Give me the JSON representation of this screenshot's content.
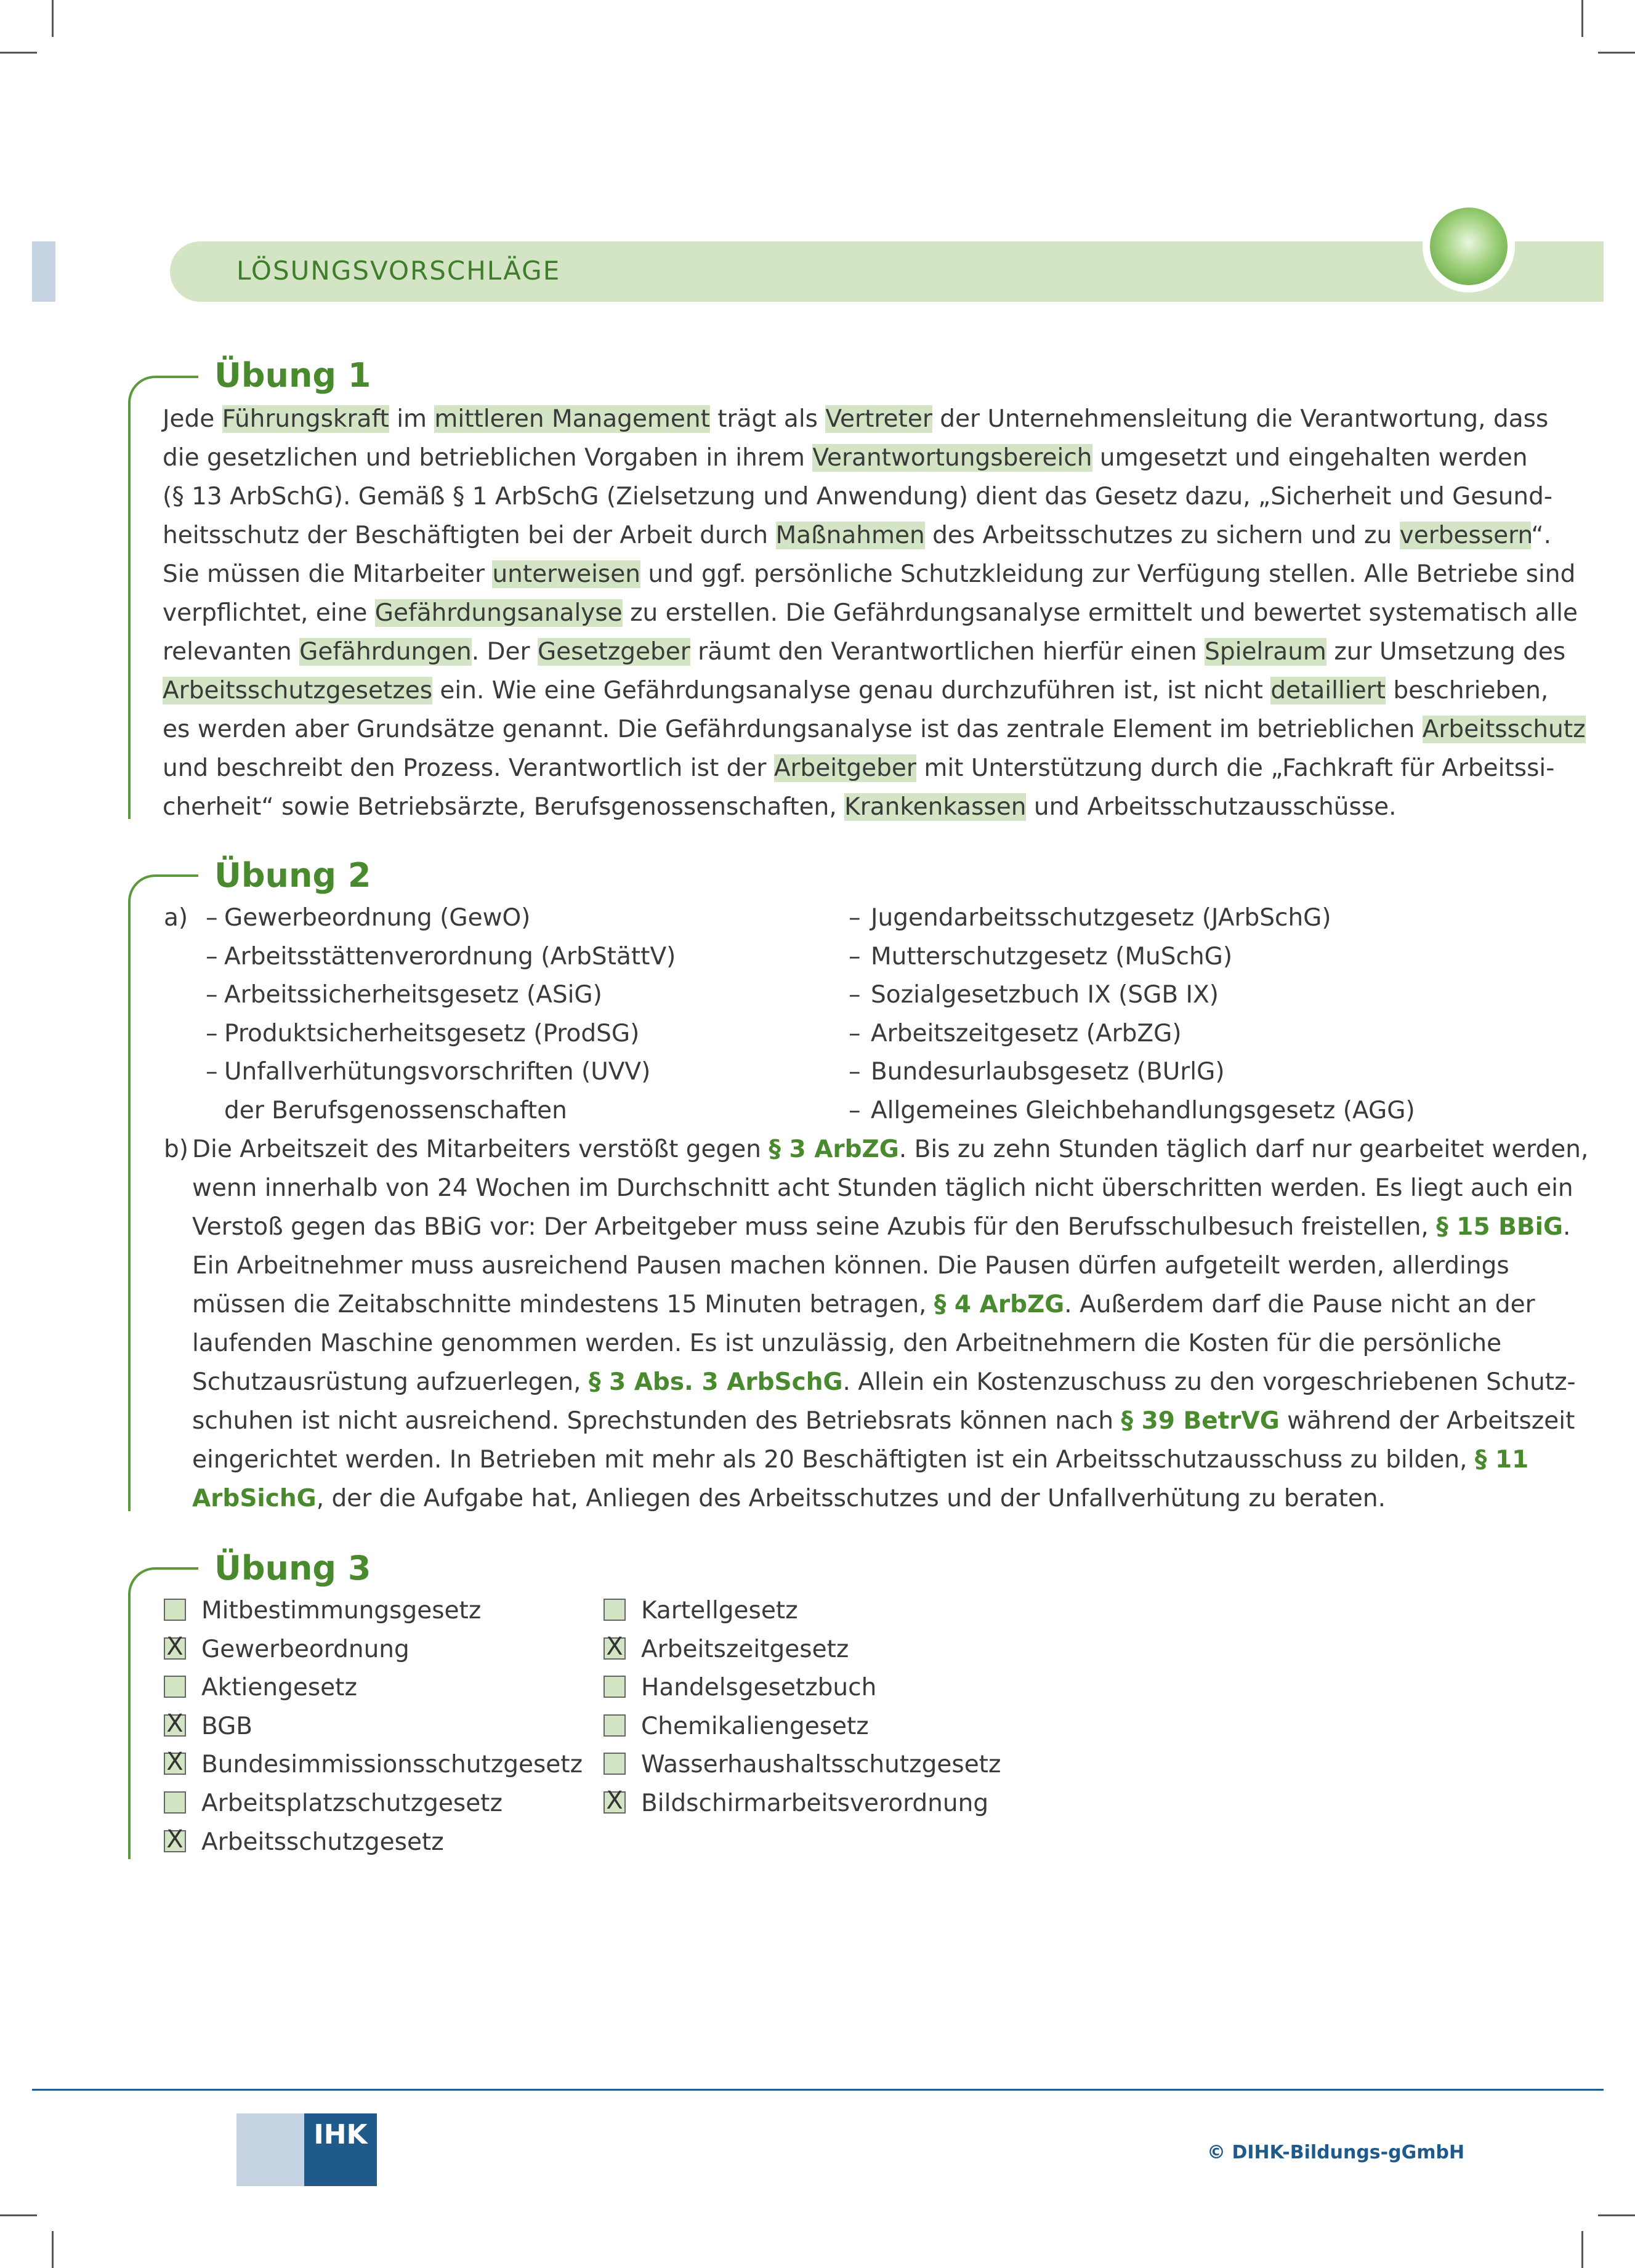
{
  "header": {
    "title": "LÖSUNGSVORSCHLÄGE"
  },
  "uebung1": {
    "title": "Übung 1",
    "lines": [
      [
        [
          "Jede ",
          false
        ],
        [
          "Führungskraft",
          true
        ],
        [
          " im ",
          false
        ],
        [
          "mittleren Management",
          true
        ],
        [
          " trägt als ",
          false
        ],
        [
          "Vertreter",
          true
        ],
        [
          " der Unternehmensleitung die Verantwortung, dass",
          false
        ]
      ],
      [
        [
          "die gesetzlichen und betrieblichen Vorgaben in ihrem ",
          false
        ],
        [
          "Verantwortungsbereich",
          true
        ],
        [
          " umgesetzt und eingehalten werden",
          false
        ]
      ],
      [
        [
          "(§ 13 ArbSchG). Gemäß § 1 ArbSchG (Zielsetzung und Anwendung) dient das Gesetz dazu, „Sicherheit und Gesund-",
          false
        ]
      ],
      [
        [
          "heitsschutz der Beschäftigten bei der Arbeit durch ",
          false
        ],
        [
          "Maßnahmen",
          true
        ],
        [
          " des Arbeitsschutzes zu sichern und zu ",
          false
        ],
        [
          "verbessern",
          true
        ],
        [
          "“.",
          false
        ]
      ],
      [
        [
          "Sie müssen die Mitarbeiter ",
          false
        ],
        [
          "unterweisen",
          true
        ],
        [
          " und ggf. persönliche Schutzkleidung zur Verfügung stellen. Alle Betriebe sind",
          false
        ]
      ],
      [
        [
          "verpflichtet, eine ",
          false
        ],
        [
          "Gefährdungsanalyse",
          true
        ],
        [
          " zu erstellen. Die Gefährdungsanalyse ermittelt und bewertet systematisch alle",
          false
        ]
      ],
      [
        [
          "relevanten ",
          false
        ],
        [
          "Gefährdungen",
          true
        ],
        [
          ". Der ",
          false
        ],
        [
          "Gesetzgeber",
          true
        ],
        [
          " räumt den Verantwortlichen hierfür einen ",
          false
        ],
        [
          "Spielraum",
          true
        ],
        [
          " zur Umsetzung des",
          false
        ]
      ],
      [
        [
          "Arbeitsschutzgesetzes",
          true
        ],
        [
          " ein. Wie eine Gefährdungsanalyse genau durchzuführen ist, ist nicht ",
          false
        ],
        [
          "detailliert",
          true
        ],
        [
          " beschrieben,",
          false
        ]
      ],
      [
        [
          "es werden aber Grundsätze genannt. Die Gefährdungsanalyse ist das zentrale Element im betrieblichen ",
          false
        ],
        [
          "Arbeitsschutz",
          true
        ]
      ],
      [
        [
          "und beschreibt den Prozess. Verantwortlich ist der ",
          false
        ],
        [
          "Arbeitgeber",
          true
        ],
        [
          " mit Unterstützung durch die „Fachkraft für Arbeitssi-",
          false
        ]
      ],
      [
        [
          "cherheit“ sowie Betriebsärzte, Berufsgenossenschaften, ",
          false
        ],
        [
          "Krankenkassen",
          true
        ],
        [
          " und Arbeitsschutzausschüsse.",
          false
        ]
      ]
    ]
  },
  "uebung2": {
    "title": "Übung 2",
    "a_label": "a)",
    "dash": "–",
    "left_items": [
      "Gewerbeordnung (GewO)",
      "Arbeitsstättenverordnung (ArbStättV)",
      "Arbeitssicherheitsgesetz (ASiG)",
      "Produktsicherheitsgesetz (ProdSG)",
      "Unfallverhütungsvorschriften (UVV)"
    ],
    "left_item_cont": "der Berufsgenossenschaften",
    "right_items": [
      "Jugendarbeitsschutzgesetz (JArbSchG)",
      "Mutterschutzgesetz (MuSchG)",
      "Sozialgesetzbuch IX (SGB IX)",
      "Arbeitszeitgesetz (ArbZG)",
      "Bundesurlaubsgesetz (BUrlG)",
      "Allgemeines Gleichbehandlungsgesetz (AGG)"
    ],
    "b_label": "b)",
    "b_lines": [
      [
        [
          "Die Arbeitszeit des Mitarbeiters verstößt gegen ",
          false
        ],
        [
          "§ 3 ArbZG",
          true
        ],
        [
          ". Bis zu zehn Stunden täglich darf nur gearbeitet werden,",
          false
        ]
      ],
      [
        [
          "wenn innerhalb von 24 Wochen im Durchschnitt acht Stunden täglich nicht überschritten werden. Es liegt auch ein",
          false
        ]
      ],
      [
        [
          "Verstoß gegen das BBiG vor: Der Arbeitgeber muss seine Azubis für den Berufsschulbesuch freistellen, ",
          false
        ],
        [
          "§ 15 BBiG",
          true
        ],
        [
          ".",
          false
        ]
      ],
      [
        [
          "Ein Arbeitnehmer muss ausreichend Pausen machen können. Die Pausen dürfen aufgeteilt werden, allerdings",
          false
        ]
      ],
      [
        [
          "müssen die Zeitabschnitte mindestens 15 Minuten betragen, ",
          false
        ],
        [
          "§ 4 ArbZG",
          true
        ],
        [
          ". Außerdem darf die Pause nicht an der",
          false
        ]
      ],
      [
        [
          "laufenden Maschine genommen werden. Es ist unzulässig, den Arbeitnehmern die Kosten für die persönliche",
          false
        ]
      ],
      [
        [
          "Schutzausrüstung aufzuerlegen, ",
          false
        ],
        [
          "§ 3 Abs. 3 ArbSchG",
          true
        ],
        [
          ". Allein ein Kostenzuschuss zu den vorgeschriebenen Schutz-",
          false
        ]
      ],
      [
        [
          "schuhen ist nicht ausreichend. Sprechstunden des Betriebsrats können nach ",
          false
        ],
        [
          "§ 39 BetrVG",
          true
        ],
        [
          " während der Arbeitszeit",
          false
        ]
      ],
      [
        [
          "eingerichtet werden. In Betrieben mit mehr als 20 Beschäftigten ist ein Arbeitsschutzausschuss zu bilden, ",
          false
        ],
        [
          "§ 11",
          true
        ]
      ],
      [
        [
          "ArbSichG",
          true
        ],
        [
          ", der die Aufgabe hat, Anliegen des Arbeitsschutzes und der Unfallverhütung zu beraten.",
          false
        ]
      ]
    ]
  },
  "uebung3": {
    "title": "Übung 3",
    "mark": "X",
    "left": [
      {
        "label": "Mitbestimmungsgesetz",
        "checked": false
      },
      {
        "label": "Gewerbeordnung",
        "checked": true
      },
      {
        "label": "Aktiengesetz",
        "checked": false
      },
      {
        "label": "BGB",
        "checked": true
      },
      {
        "label": "Bundesimmissionsschutzgesetz",
        "checked": true
      },
      {
        "label": "Arbeitsplatzschutzgesetz",
        "checked": false
      },
      {
        "label": "Arbeitsschutzgesetz",
        "checked": true
      }
    ],
    "right": [
      {
        "label": "Kartellgesetz",
        "checked": false
      },
      {
        "label": "Arbeitszeitgesetz",
        "checked": true
      },
      {
        "label": "Handelsgesetzbuch",
        "checked": false
      },
      {
        "label": "Chemikaliengesetz",
        "checked": false
      },
      {
        "label": "Wasserhaushaltsschutzgesetz",
        "checked": false
      },
      {
        "label": "Bildschirmarbeitsverordnung",
        "checked": true
      }
    ]
  },
  "footer": {
    "logo": "IHK",
    "copyright": "© DIHK-Bildungs-gGmbH"
  },
  "colors": {
    "green_text": "#4a8a2f",
    "highlight": "#d4e5c6",
    "blue": "#1f5a8a",
    "light_blue": "#c5d3e3"
  }
}
